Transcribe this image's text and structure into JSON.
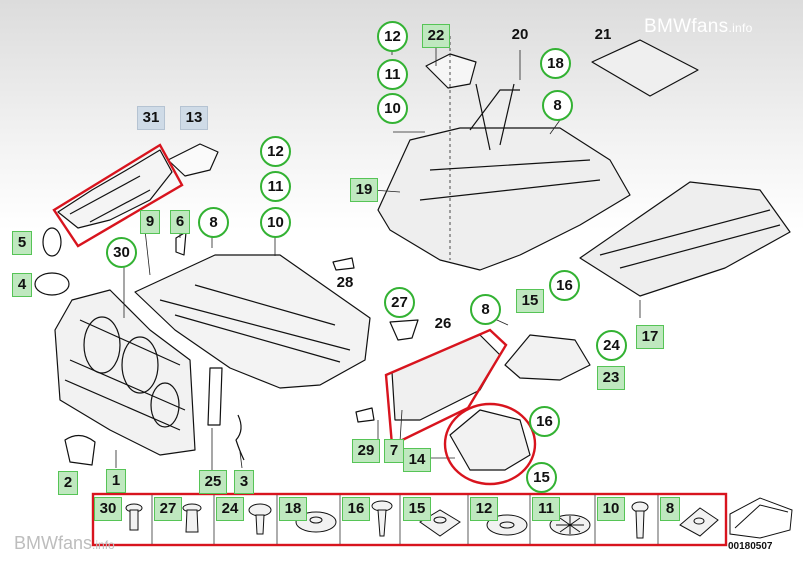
{
  "watermark_top": {
    "brand": "BMWfans",
    "suffix": ".info"
  },
  "watermark_bottom": {
    "brand": "BMWfans",
    "suffix": ".info"
  },
  "reference_number": "00180507",
  "callouts": {
    "c31": "31",
    "c13": "13",
    "c12a": "12",
    "c11a": "11",
    "c10a": "10",
    "c9": "9",
    "c6": "6",
    "c8a": "8",
    "c5": "5",
    "c4": "4",
    "c30a": "30",
    "c2": "2",
    "c1": "1",
    "c25": "25",
    "c3": "3",
    "c12b": "12",
    "c22": "22",
    "c20": "20",
    "c21": "21",
    "c11b": "11",
    "c18a": "18",
    "c10b": "10",
    "c8b": "8",
    "c19": "19",
    "c28": "28",
    "c27a": "27",
    "c26": "26",
    "c8c": "8",
    "c15a": "15",
    "c16a": "16",
    "c17": "17",
    "c24a": "24",
    "c23": "23",
    "c7": "7",
    "c29": "29",
    "c14": "14",
    "c16b": "16",
    "c15b": "15"
  },
  "fastener_strip": [
    {
      "number": "30",
      "icon": "push-rivet-icon"
    },
    {
      "number": "27",
      "icon": "expanding-rivet-icon"
    },
    {
      "number": "24",
      "icon": "clip-rivet-icon"
    },
    {
      "number": "18",
      "icon": "nut-icon"
    },
    {
      "number": "16",
      "icon": "screw-icon"
    },
    {
      "number": "15",
      "icon": "spring-nut-icon"
    },
    {
      "number": "12",
      "icon": "washer-icon"
    },
    {
      "number": "11",
      "icon": "star-washer-icon"
    },
    {
      "number": "10",
      "icon": "bolt-icon"
    },
    {
      "number": "8",
      "icon": "clip-nut-icon"
    }
  ],
  "colors": {
    "callout_fill": "#bfe8bf",
    "callout_border": "#56c456",
    "highlight_red": "#d8141e"
  }
}
